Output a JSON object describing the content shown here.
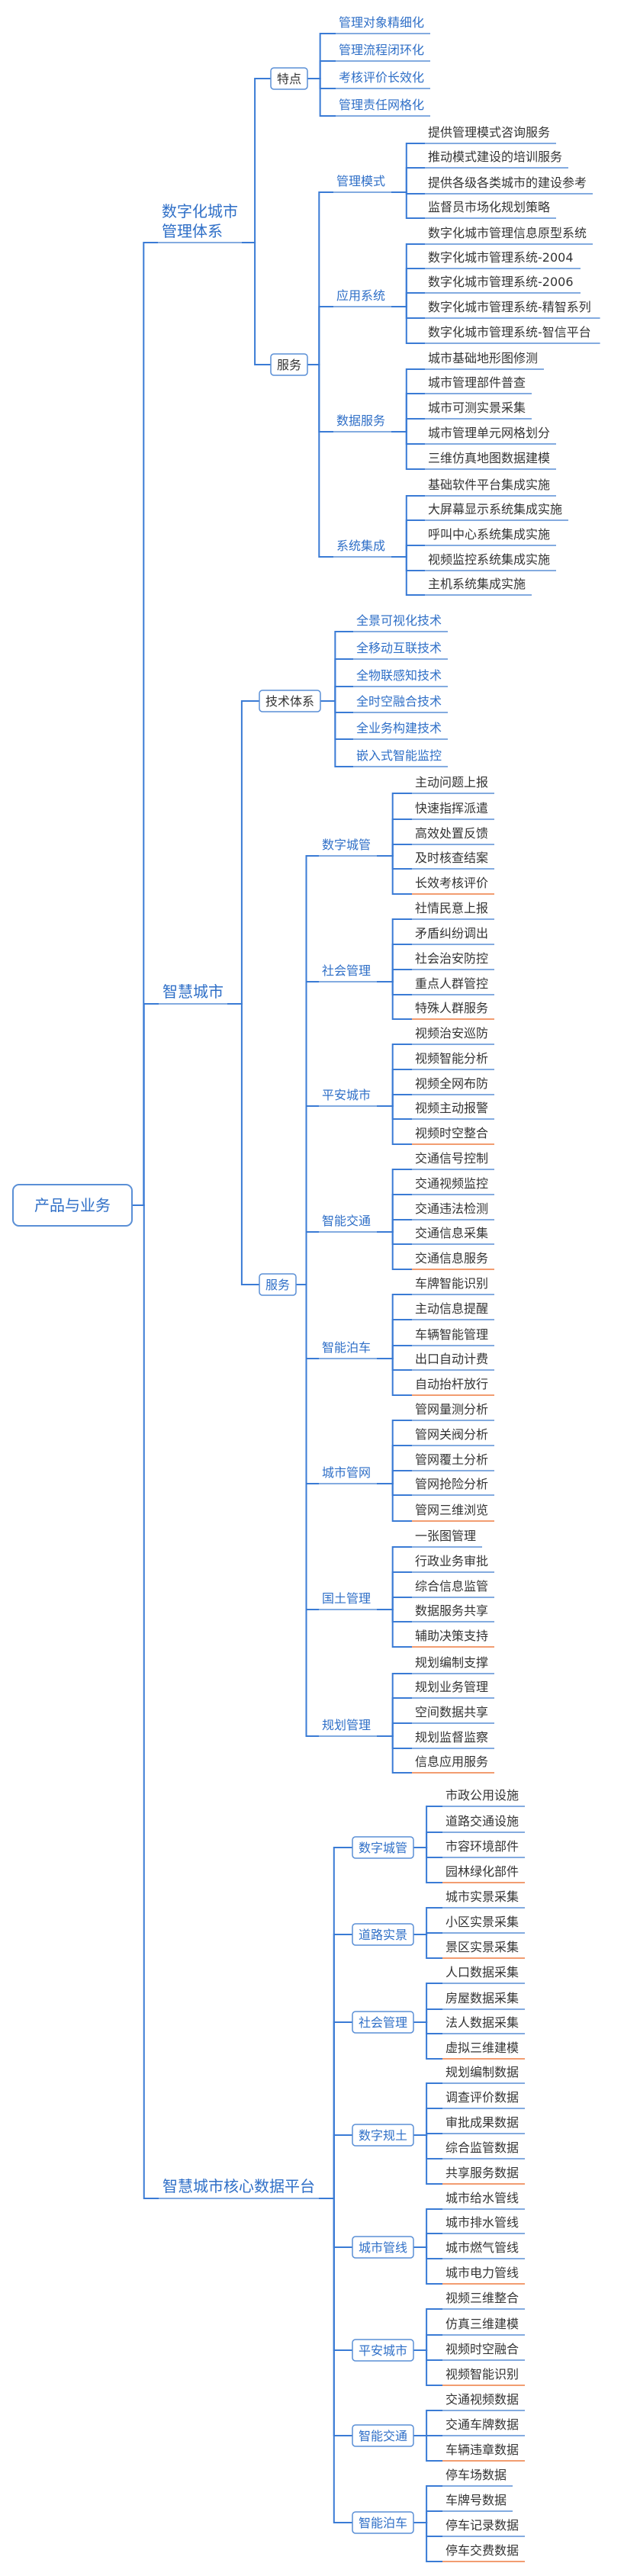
{
  "colors": {
    "connector": "#3a7bd5",
    "blue_text": "#2f6fc7",
    "dark_text": "#333333",
    "orange_underline": "#ee7d42"
  },
  "root": {
    "label": "产品与业务"
  },
  "branches": [
    {
      "label_lines": [
        "数字化城市",
        "管理体系"
      ],
      "children": [
        {
          "label": "特点",
          "children": [
            {
              "label": "管理对象精细化"
            },
            {
              "label": "管理流程闭环化"
            },
            {
              "label": "考核评价长效化"
            },
            {
              "label": "管理责任网格化"
            }
          ]
        },
        {
          "label": "服务",
          "children": [
            {
              "label": "管理模式",
              "children": [
                {
                  "label": "提供管理模式咨询服务"
                },
                {
                  "label": "推动模式建设的培训服务"
                },
                {
                  "label": "提供各级各类城市的建设参考"
                },
                {
                  "label": "监督员市场化规划策略"
                }
              ]
            },
            {
              "label": "应用系统",
              "children": [
                {
                  "label": "数字化城市管理信息原型系统"
                },
                {
                  "label": "数字化城市管理系统-2004"
                },
                {
                  "label": "数字化城市管理系统-2006"
                },
                {
                  "label": "数字化城市管理系统-精智系列"
                },
                {
                  "label": "数字化城市管理系统-智信平台"
                }
              ]
            },
            {
              "label": "数据服务",
              "children": [
                {
                  "label": "城市基础地形图修测"
                },
                {
                  "label": "城市管理部件普查"
                },
                {
                  "label": "城市可测实景采集"
                },
                {
                  "label": "城市管理单元网格划分"
                },
                {
                  "label": "三维仿真地图数据建模"
                }
              ]
            },
            {
              "label": "系统集成",
              "children": [
                {
                  "label": "基础软件平台集成实施"
                },
                {
                  "label": "大屏幕显示系统集成实施"
                },
                {
                  "label": "呼叫中心系统集成实施"
                },
                {
                  "label": "视频监控系统集成实施"
                },
                {
                  "label": "主机系统集成实施"
                }
              ]
            }
          ]
        }
      ]
    },
    {
      "label_lines": [
        "智慧城市"
      ],
      "children": [
        {
          "label": "技术体系",
          "children": [
            {
              "label": "全景可视化技术"
            },
            {
              "label": "全移动互联技术"
            },
            {
              "label": "全物联感知技术"
            },
            {
              "label": "全时空融合技术"
            },
            {
              "label": "全业务构建技术"
            },
            {
              "label": "嵌入式智能监控"
            }
          ]
        },
        {
          "label": "服务",
          "children": [
            {
              "label": "数字城管",
              "children": [
                {
                  "label": "主动问题上报"
                },
                {
                  "label": "快速指挥派遣"
                },
                {
                  "label": "高效处置反馈"
                },
                {
                  "label": "及时核查结案"
                },
                {
                  "label": "长效考核评价"
                }
              ]
            },
            {
              "label": "社会管理",
              "children": [
                {
                  "label": "社情民意上报"
                },
                {
                  "label": "矛盾纠纷调出"
                },
                {
                  "label": "社会治安防控"
                },
                {
                  "label": "重点人群管控"
                },
                {
                  "label": "特殊人群服务"
                }
              ]
            },
            {
              "label": "平安城市",
              "children": [
                {
                  "label": "视频治安巡防"
                },
                {
                  "label": "视频智能分析"
                },
                {
                  "label": "视频全网布防"
                },
                {
                  "label": "视频主动报警"
                },
                {
                  "label": "视频时空整合"
                }
              ]
            },
            {
              "label": "智能交通",
              "children": [
                {
                  "label": "交通信号控制"
                },
                {
                  "label": "交通视频监控"
                },
                {
                  "label": "交通违法检测"
                },
                {
                  "label": "交通信息采集"
                },
                {
                  "label": "交通信息服务"
                }
              ]
            },
            {
              "label": "智能泊车",
              "children": [
                {
                  "label": "车牌智能识别"
                },
                {
                  "label": "主动信息提醒"
                },
                {
                  "label": "车辆智能管理"
                },
                {
                  "label": "出口自动计费"
                },
                {
                  "label": "自动抬杆放行"
                }
              ]
            },
            {
              "label": "城市管网",
              "children": [
                {
                  "label": "管网量测分析"
                },
                {
                  "label": "管网关阀分析"
                },
                {
                  "label": "管网覆土分析"
                },
                {
                  "label": "管网抢险分析"
                },
                {
                  "label": "管网三维浏览"
                }
              ]
            },
            {
              "label": "国土管理",
              "children": [
                {
                  "label": "一张图管理"
                },
                {
                  "label": "行政业务审批"
                },
                {
                  "label": "综合信息监管"
                },
                {
                  "label": "数据服务共享"
                },
                {
                  "label": "辅助决策支持"
                }
              ]
            },
            {
              "label": "规划管理",
              "children": [
                {
                  "label": "规划编制支撑"
                },
                {
                  "label": "规划业务管理"
                },
                {
                  "label": "空间数据共享"
                },
                {
                  "label": "规划监督监察"
                },
                {
                  "label": "信息应用服务"
                }
              ]
            }
          ]
        }
      ]
    },
    {
      "label_lines": [
        "智慧城市核心数据平台"
      ],
      "children": [
        {
          "label": "数字城管",
          "children": [
            {
              "label": "市政公用设施"
            },
            {
              "label": "道路交通设施"
            },
            {
              "label": "市容环境部件"
            },
            {
              "label": "园林绿化部件"
            }
          ]
        },
        {
          "label": "道路实景",
          "children": [
            {
              "label": "城市实景采集"
            },
            {
              "label": "小区实景采集"
            },
            {
              "label": "景区实景采集"
            }
          ]
        },
        {
          "label": "社会管理",
          "children": [
            {
              "label": "人口数据采集"
            },
            {
              "label": "房屋数据采集"
            },
            {
              "label": "法人数据采集"
            },
            {
              "label": "虚拟三维建模"
            }
          ]
        },
        {
          "label": "数字规土",
          "children": [
            {
              "label": "规划编制数据"
            },
            {
              "label": "调查评价数据"
            },
            {
              "label": "审批成果数据"
            },
            {
              "label": "综合监管数据"
            },
            {
              "label": "共享服务数据"
            }
          ]
        },
        {
          "label": "城市管线",
          "children": [
            {
              "label": "城市给水管线"
            },
            {
              "label": "城市排水管线"
            },
            {
              "label": "城市燃气管线"
            },
            {
              "label": "城市电力管线"
            }
          ]
        },
        {
          "label": "平安城市",
          "children": [
            {
              "label": "视频三维整合"
            },
            {
              "label": "仿真三维建模"
            },
            {
              "label": "视频时空融合"
            },
            {
              "label": "视频智能识别"
            }
          ]
        },
        {
          "label": "智能交通",
          "children": [
            {
              "label": "交通视频数据"
            },
            {
              "label": "交通车牌数据"
            },
            {
              "label": "车辆违章数据"
            }
          ]
        },
        {
          "label": "智能泊车",
          "children": [
            {
              "label": "停车场数据"
            },
            {
              "label": "车牌号数据"
            },
            {
              "label": "停车记录数据"
            },
            {
              "label": "停车交费数据"
            }
          ]
        }
      ]
    }
  ]
}
